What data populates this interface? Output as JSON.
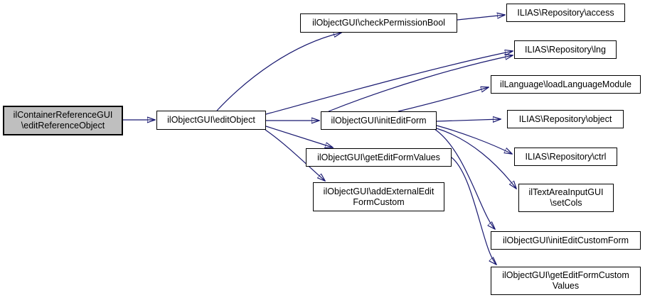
{
  "diagram": {
    "type": "call-graph",
    "background_color": "#ffffff",
    "edge_color": "#191970",
    "node_border_color": "#000000",
    "node_fill_color": "#ffffff",
    "highlight_fill_color": "#bfbfbf",
    "nodes": [
      {
        "id": "edit-reference-object",
        "label": "ilContainerReferenceGUI\n\\editReferenceObject",
        "highlighted": true
      },
      {
        "id": "edit-object",
        "label": "ilObjectGUI\\editObject",
        "highlighted": false
      },
      {
        "id": "check-permission-bool",
        "label": "ilObjectGUI\\checkPermissionBool",
        "highlighted": false
      },
      {
        "id": "access",
        "label": "ILIAS\\Repository\\access",
        "highlighted": false
      },
      {
        "id": "lng",
        "label": "ILIAS\\Repository\\lng",
        "highlighted": false
      },
      {
        "id": "load-language-module",
        "label": "ilLanguage\\loadLanguageModule",
        "highlighted": false
      },
      {
        "id": "init-edit-form",
        "label": "ilObjectGUI\\initEditForm",
        "highlighted": false
      },
      {
        "id": "object",
        "label": "ILIAS\\Repository\\object",
        "highlighted": false
      },
      {
        "id": "ctrl",
        "label": "ILIAS\\Repository\\ctrl",
        "highlighted": false
      },
      {
        "id": "set-cols",
        "label": "ilTextAreaInputGUI\n\\setCols",
        "highlighted": false
      },
      {
        "id": "get-edit-form-values",
        "label": "ilObjectGUI\\getEditFormValues",
        "highlighted": false
      },
      {
        "id": "add-external-edit-form-custom",
        "label": "ilObjectGUI\\addExternalEdit\nFormCustom",
        "highlighted": false
      },
      {
        "id": "init-edit-custom-form",
        "label": "ilObjectGUI\\initEditCustomForm",
        "highlighted": false
      },
      {
        "id": "get-edit-form-custom-values",
        "label": "ilObjectGUI\\getEditFormCustom\nValues",
        "highlighted": false
      }
    ],
    "edges": [
      {
        "from": "edit-reference-object",
        "to": "edit-object"
      },
      {
        "from": "edit-object",
        "to": "check-permission-bool"
      },
      {
        "from": "check-permission-bool",
        "to": "access"
      },
      {
        "from": "edit-object",
        "to": "lng"
      },
      {
        "from": "edit-object",
        "to": "init-edit-form"
      },
      {
        "from": "edit-object",
        "to": "get-edit-form-values"
      },
      {
        "from": "edit-object",
        "to": "add-external-edit-form-custom"
      },
      {
        "from": "init-edit-form",
        "to": "lng"
      },
      {
        "from": "init-edit-form",
        "to": "load-language-module"
      },
      {
        "from": "init-edit-form",
        "to": "object"
      },
      {
        "from": "init-edit-form",
        "to": "ctrl"
      },
      {
        "from": "init-edit-form",
        "to": "set-cols"
      },
      {
        "from": "init-edit-form",
        "to": "init-edit-custom-form"
      },
      {
        "from": "get-edit-form-values",
        "to": "get-edit-form-custom-values"
      }
    ]
  }
}
